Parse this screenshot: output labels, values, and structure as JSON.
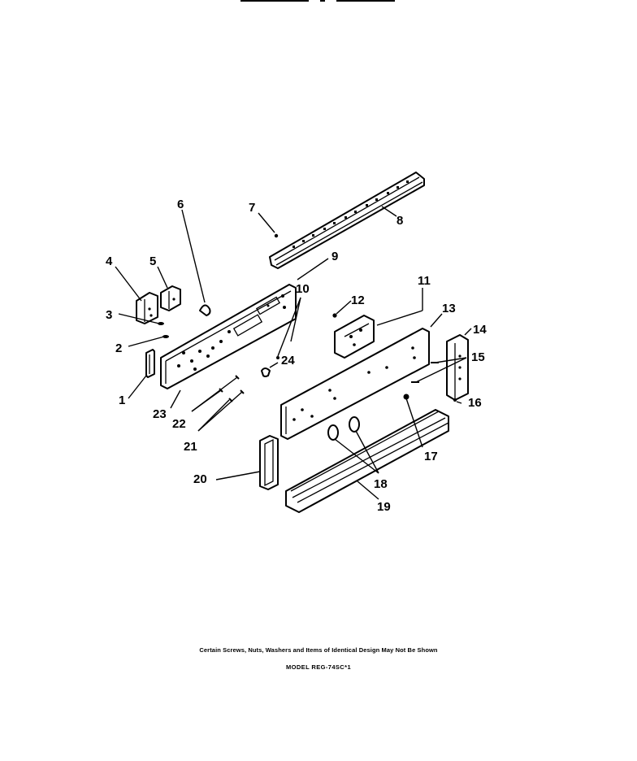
{
  "diagram": {
    "callouts": [
      "1",
      "2",
      "3",
      "4",
      "5",
      "6",
      "7",
      "8",
      "9",
      "10",
      "11",
      "12",
      "13",
      "14",
      "15",
      "16",
      "17",
      "18",
      "19",
      "20",
      "21",
      "22",
      "23",
      "24"
    ],
    "footnote": "Certain Screws, Nuts, Washers and Items of Identical Design May Not Be Shown",
    "model": "MODEL REG-74SC*1"
  }
}
